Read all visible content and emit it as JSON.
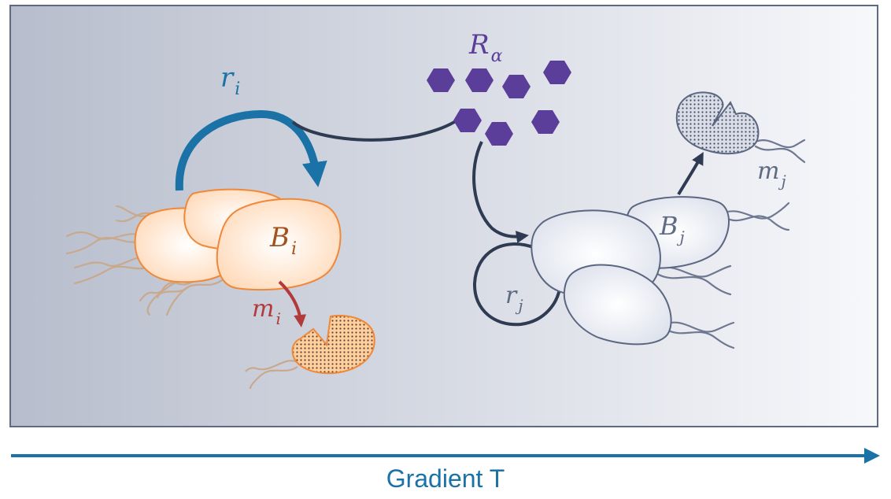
{
  "labels": {
    "resource": "R",
    "resource_sub": "α",
    "growth_i": "r",
    "growth_i_sub": "i",
    "biomass_i": "B",
    "biomass_i_sub": "i",
    "mortality_i": "m",
    "mortality_i_sub": "i",
    "growth_j": "r",
    "growth_j_sub": "j",
    "biomass_j": "B",
    "biomass_j_sub": "j",
    "mortality_j": "m",
    "mortality_j_sub": "j"
  },
  "axis": {
    "label": "Gradient T"
  },
  "colors": {
    "panel_left": "#b7bdcc",
    "panel_right": "#f7f8fb",
    "panel_border": "#5f6a82",
    "orange_fill": "#ffe6cf",
    "orange_stroke": "#f0883a",
    "orange_text": "#a3521e",
    "blue_arrow": "#1a72a6",
    "red_arrow": "#b33a3a",
    "resource_purple": "#5b3d9a",
    "gray_fill": "#eceef5",
    "gray_stroke": "#5b6680",
    "gray_text": "#606a82",
    "dark_arrow": "#2e3b52"
  }
}
